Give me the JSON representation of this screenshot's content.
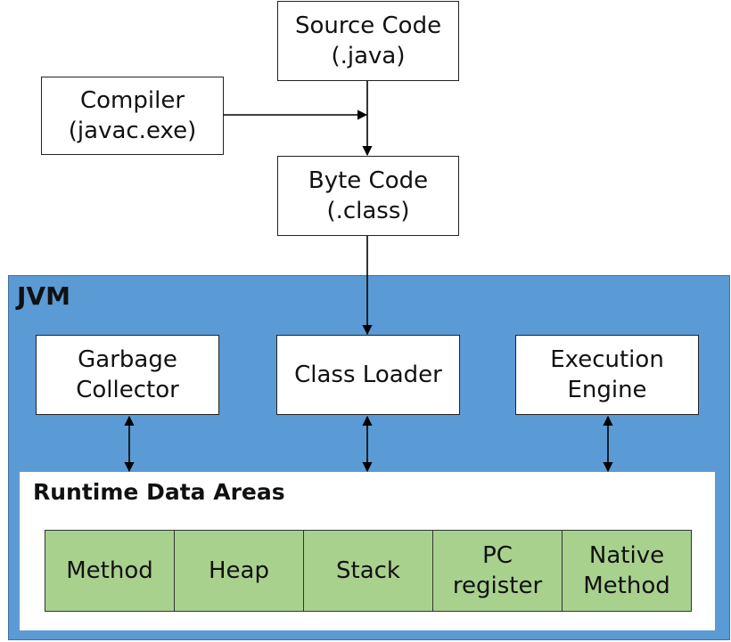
{
  "source": {
    "line1": "Source Code",
    "line2": "(.java)"
  },
  "compiler": {
    "line1": "Compiler",
    "line2": "(javac.exe)"
  },
  "bytecode": {
    "line1": "Byte Code",
    "line2": "(.class)"
  },
  "jvm": {
    "label": "JVM"
  },
  "gc": {
    "line1": "Garbage",
    "line2": "Collector"
  },
  "loader": {
    "line1": "Class Loader"
  },
  "engine": {
    "line1": "Execution",
    "line2": "Engine"
  },
  "runtime": {
    "label": "Runtime Data Areas",
    "areas": [
      {
        "line1": "Method",
        "line2": ""
      },
      {
        "line1": "Heap",
        "line2": ""
      },
      {
        "line1": "Stack",
        "line2": ""
      },
      {
        "line1": "PC",
        "line2": "register"
      },
      {
        "line1": "Native",
        "line2": "Method"
      }
    ]
  },
  "colors": {
    "jvm_fill": "#5b9bd5",
    "area_fill": "#a9d18e",
    "box_fill": "#ffffff",
    "line": "#000000"
  }
}
